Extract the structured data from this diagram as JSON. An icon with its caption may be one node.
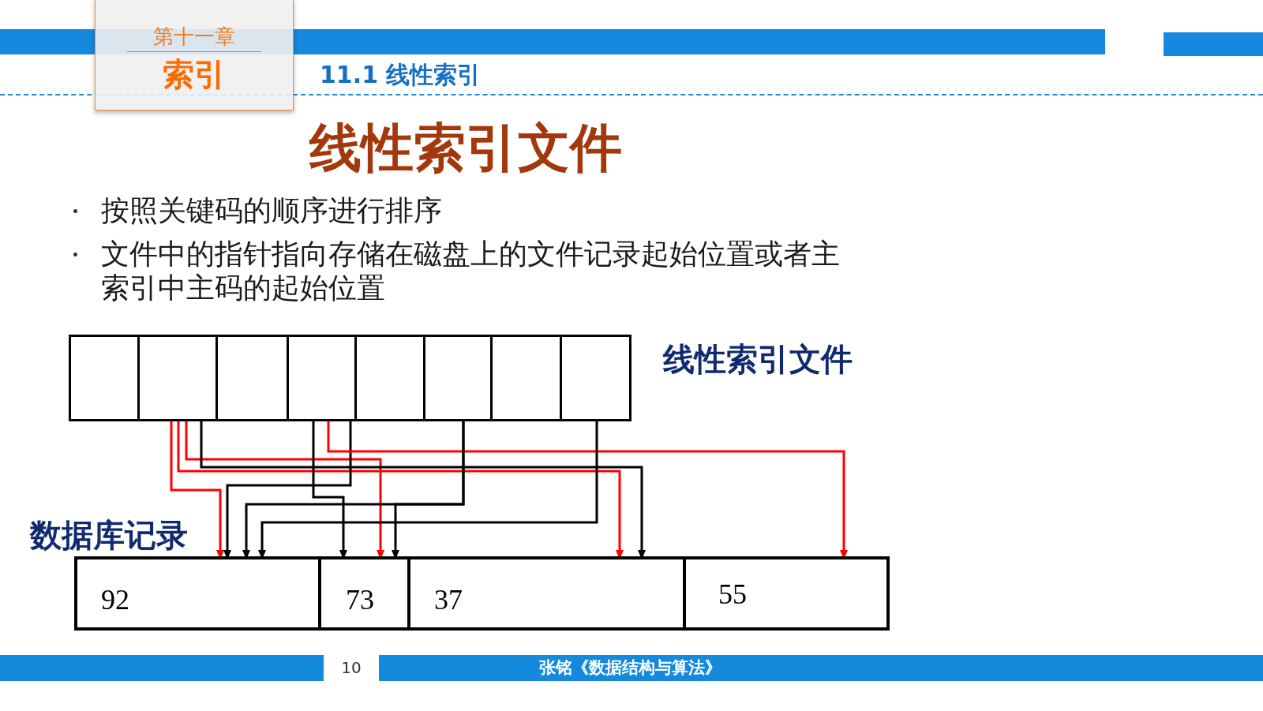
{
  "diagram": {
    "title": "线性索引文件",
    "nodes": [
      {
        "text": [
          "第十一章",
          "索引"
        ]
      },
      {
        "text": [],
        "shape": "box",
        "beside": [
          "线性索引文件"
        ]
      },
      {
        "text": [],
        "shape": "box",
        "in": 1
      },
      {
        "text": [],
        "shape": "box",
        "in": 1
      },
      {
        "text": [],
        "shape": "box",
        "in": 1
      },
      {
        "text": [],
        "shape": "box",
        "in": 1
      },
      {
        "text": [],
        "shape": "box",
        "in": 1
      },
      {
        "text": [],
        "shape": "box",
        "in": 1
      },
      {
        "text": [],
        "shape": "box",
        "in": 1
      },
      {
        "text": [],
        "shape": "box",
        "in": 1
      },
      {
        "text": [],
        "shape": "box",
        "beside": [
          "数据库记录"
        ]
      },
      {
        "text": [
          "92"
        ],
        "in": 10
      },
      {
        "text": [
          "73"
        ],
        "in": 10
      },
      {
        "text": [
          "37"
        ],
        "in": 10
      },
      {
        "text": [
          "55"
        ],
        "in": 10
      }
    ],
    "edges": [
      {
        "from": 3,
        "to": 11,
        "arrow": "to",
        "color": "#ff0000"
      },
      {
        "from": 3,
        "to": 13,
        "arrow": "to",
        "color": "#ff0000"
      },
      {
        "from": 3,
        "to": 12,
        "arrow": "to",
        "color": "#ff0000"
      },
      {
        "from": 3,
        "to": 13,
        "arrow": "to"
      },
      {
        "from": 5,
        "to": 12,
        "arrow": "to"
      },
      {
        "from": 5,
        "to": 11,
        "arrow": "to"
      },
      {
        "from": 5,
        "to": 14,
        "arrow": "to",
        "color": "#ff0000"
      },
      {
        "from": 7,
        "to": 11,
        "arrow": "to"
      },
      {
        "from": 7,
        "to": 12,
        "arrow": "to"
      },
      {
        "from": 9,
        "to": 11,
        "arrow": "to"
      }
    ],
    "labels": [
      "11.1 线性索引",
      "按照关键码的顺序进行排序",
      "文件中的指针指向存储在磁盘上的文件记录起始位置或者主索引中主码的起始位置",
      "10",
      "张铭《数据结构与算法》"
    ]
  }
}
